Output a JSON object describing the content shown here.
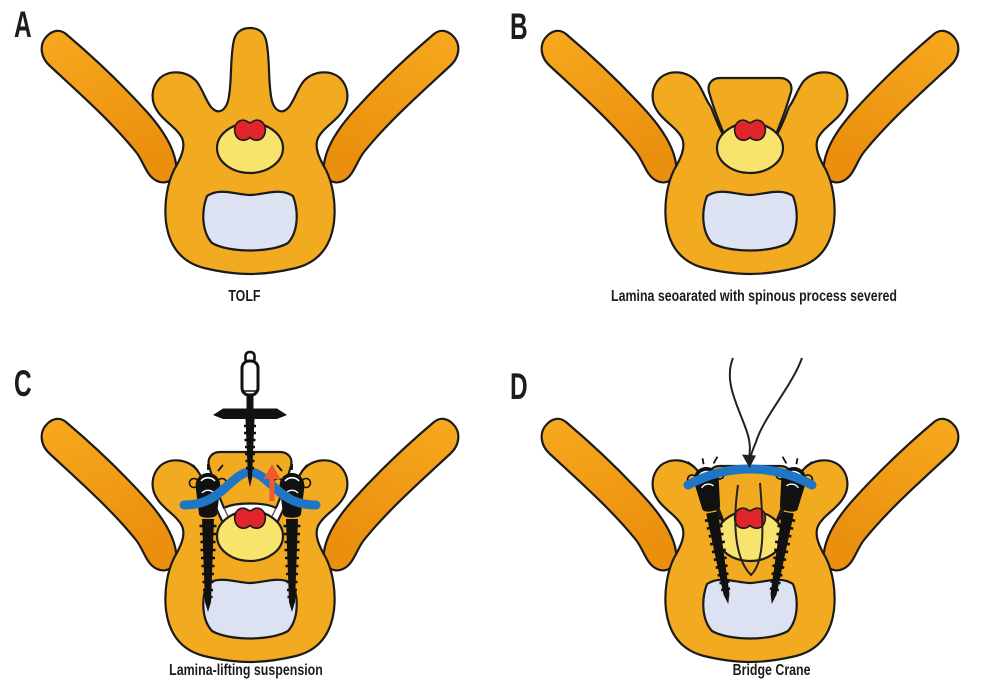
{
  "figure": {
    "panels": [
      {
        "letter": "A",
        "caption": "TOLF"
      },
      {
        "letter": "B",
        "caption": "Lamina seoarated with spinous process severed"
      },
      {
        "letter": "C",
        "caption": "Lamina-lifting suspension"
      },
      {
        "letter": "D",
        "caption": "Bridge Crane"
      }
    ]
  },
  "colors": {
    "bone": "#F2AB21",
    "boneStroke": "#1b1b1b",
    "wingTop": "#F7A91E",
    "wingBottom": "#EA8F0E",
    "cord": "#F8E46C",
    "olf": "#E0262B",
    "vbody": "#DDE2F2",
    "rod": "#1E76C4",
    "arrow": "#F05A32",
    "metal": "#111111",
    "thread": "#222222",
    "background": "#FFFFFF",
    "label": "#1c1c1c"
  }
}
